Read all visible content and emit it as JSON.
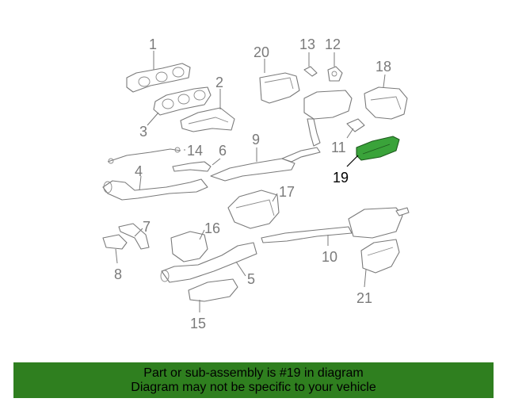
{
  "callouts": {
    "c1": "1",
    "c2": "2",
    "c3": "3",
    "c4": "4",
    "c5": "5",
    "c6": "6",
    "c7": "7",
    "c8": "8",
    "c9": "9",
    "c10": "10",
    "c11": "11",
    "c12": "12",
    "c13": "13",
    "c14": "14",
    "c15": "15",
    "c16": "16",
    "c17": "17",
    "c18": "18",
    "c19": "19",
    "c20": "20",
    "c21": "21"
  },
  "highlight": {
    "part_number": "19",
    "color": "#3aa33a"
  },
  "banner": {
    "line1": "Part or sub-assembly is #19 in diagram",
    "line2": "Diagram may not be specific to your vehicle",
    "color": "#2f7f1f"
  }
}
